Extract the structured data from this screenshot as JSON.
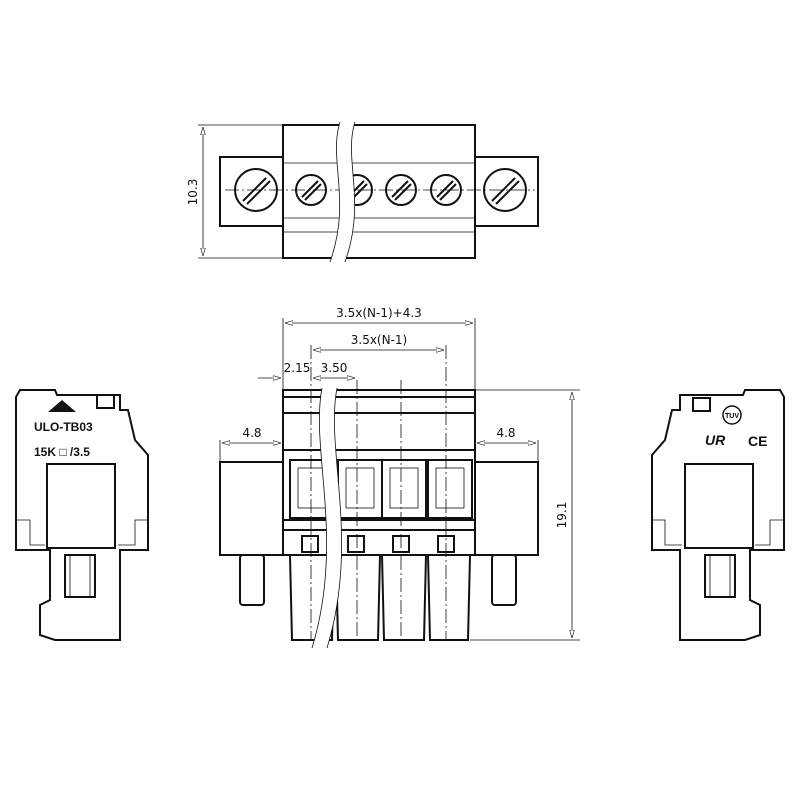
{
  "top_view": {
    "height_dim": "10.3"
  },
  "front_view": {
    "overall_width_dim": "3.5x(N-1)+4.3",
    "pitch_span_dim": "3.5x(N-1)",
    "edge_offset_dim": "2.15",
    "pitch_dim": "3.50",
    "left_flange_dim": "4.8",
    "right_flange_dim": "4.8",
    "height_dim": "19.1"
  },
  "left_side_view": {
    "model_marking": "ULO-TB03",
    "rating_marking": "15K □ /3.5"
  },
  "right_side_view": {
    "cert_marks": [
      "TUV",
      "UR",
      "CE"
    ]
  }
}
